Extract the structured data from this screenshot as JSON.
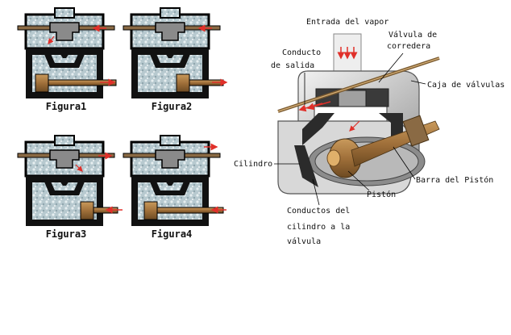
{
  "figures": [
    {
      "caption": "Figura1"
    },
    {
      "caption": "Figura2"
    },
    {
      "caption": "Figura3"
    },
    {
      "caption": "Figura4"
    }
  ],
  "labels": {
    "steam_inlet": "Entrada del vapor",
    "slide_valve_1": "Válvula de",
    "slide_valve_2": "corredera",
    "exhaust_1": "Conducto",
    "exhaust_2": "de salida",
    "valve_box": "Caja de válvulas",
    "cylinder": "Cilindro",
    "piston_rod": "Barra del Pistón",
    "piston": "Pistón",
    "ports_1": "Conductos del",
    "ports_2": "cilindro a la",
    "ports_3": "válvula"
  },
  "colors": {
    "outline": "#000000",
    "steam": "#b7c9cf",
    "metal": "#8a8a8a",
    "brass": "#a0703a",
    "arrow": "#e0302a",
    "body_light": "#d8d8d8"
  }
}
